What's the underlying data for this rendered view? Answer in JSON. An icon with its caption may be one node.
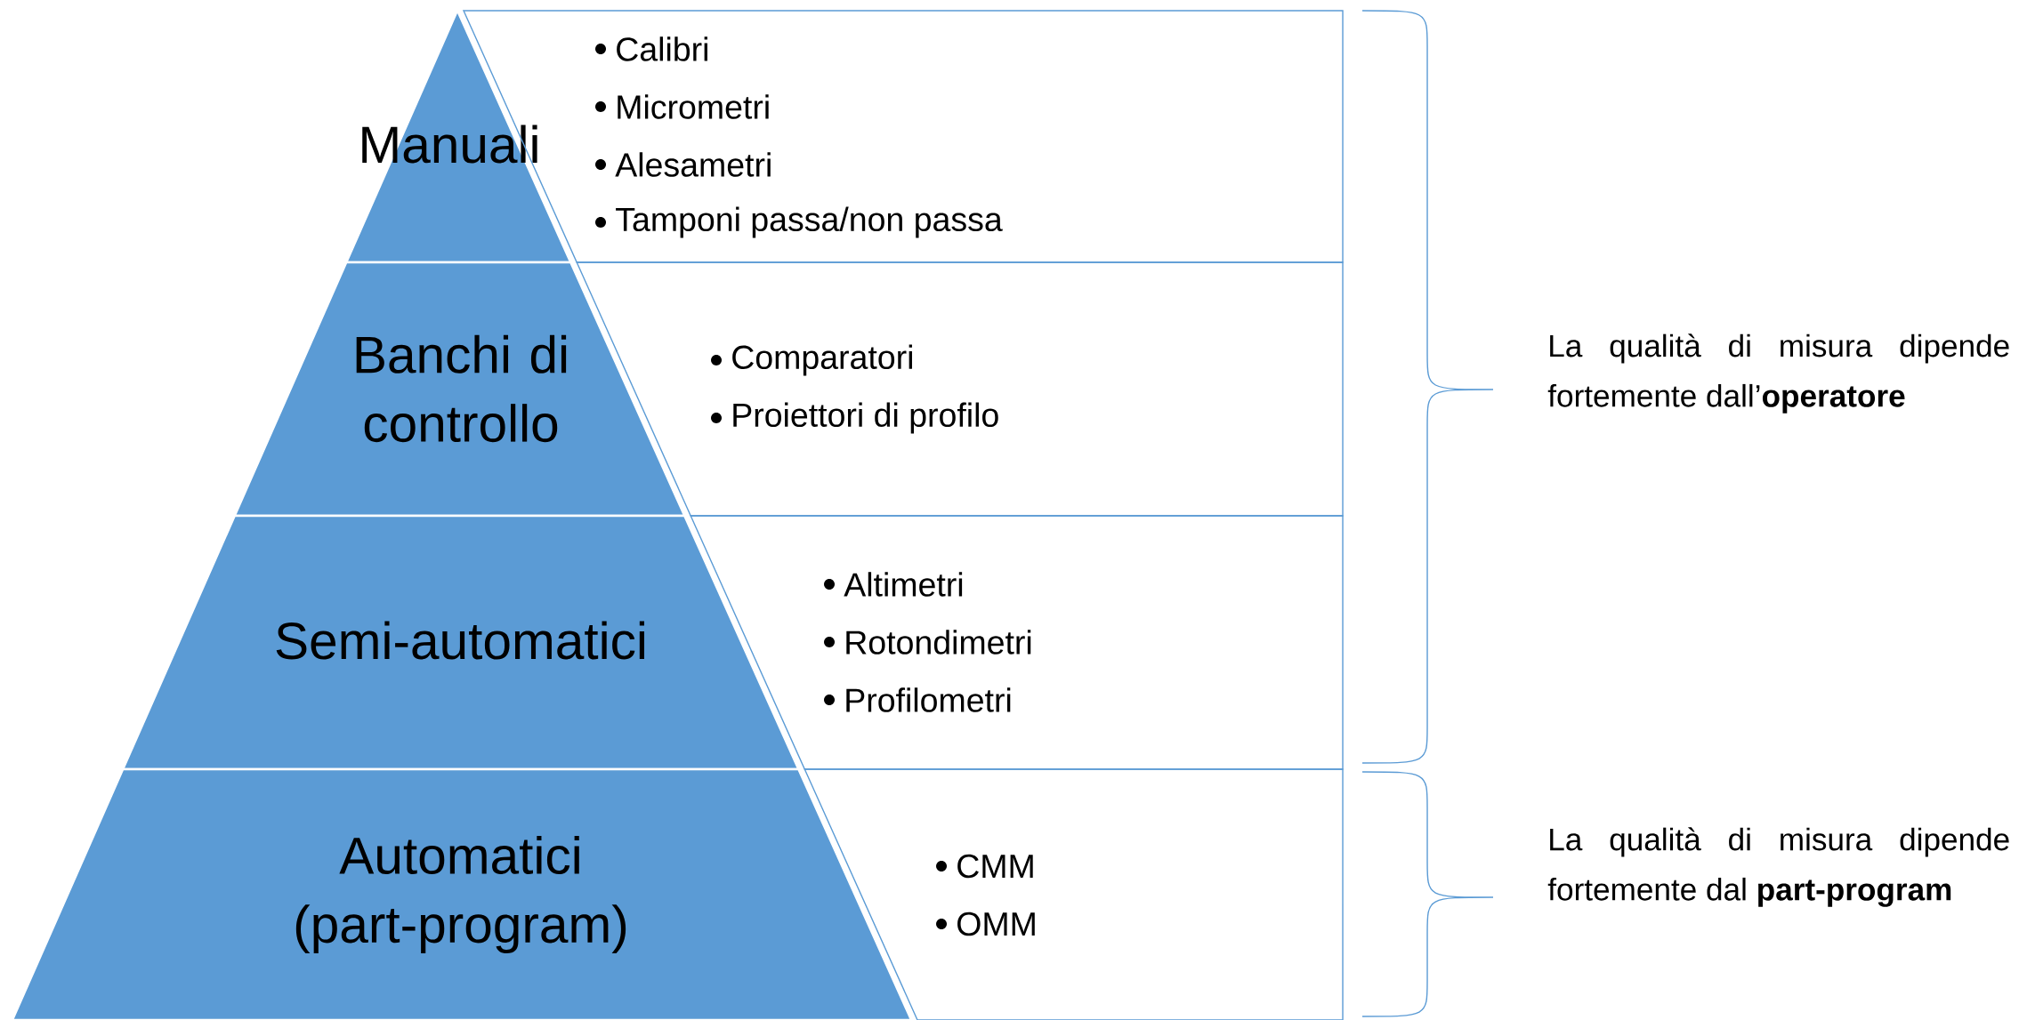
{
  "diagram": {
    "nodes": [
      {
        "text": [
          "Manuali"
        ]
      },
      {
        "text": [
          "Banchi di controllo"
        ]
      },
      {
        "text": [
          "Semi-automatici"
        ]
      },
      {
        "text": [
          "Automatici (part-program)"
        ]
      },
      {
        "text": [
          "Calibri",
          "Micrometri",
          "Alesametri",
          "Tamponi passa/non passa"
        ]
      },
      {
        "text": [
          "Comparatori",
          "Proiettori di profilo"
        ]
      },
      {
        "text": [
          "Altimetri",
          "Rotondimetri",
          "Profilometri"
        ]
      },
      {
        "text": [
          "CMM",
          "OMM"
        ]
      }
    ],
    "labels": [
      "La qualità di misura dipende fortemente dall’**operatore**",
      "La qualità di misura dipende fortemente dal **part-program**"
    ]
  }
}
